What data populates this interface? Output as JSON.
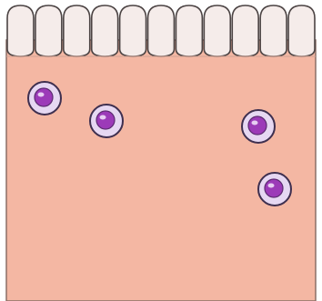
{
  "diagram": {
    "colors": {
      "background": "#ffffff",
      "tissue_fill": "#f4b7a3",
      "tissue_stroke": "#8b6f67",
      "epithelial_fill": "#f5ecea",
      "epithelial_stroke": "#4b4343",
      "cell_outer_fill": "#e6d8f2",
      "cell_outer_stroke": "#3e2f4f",
      "cell_nucleus_fill": "#9c3ab8",
      "cell_nucleus_stroke": "#5d2b72",
      "cell_highlight": "#f4e8fb"
    },
    "epithelium": {
      "count": 11
    },
    "cells": [
      {
        "name": "cell-1"
      },
      {
        "name": "cell-2"
      },
      {
        "name": "cell-3"
      },
      {
        "name": "cell-4"
      }
    ]
  }
}
